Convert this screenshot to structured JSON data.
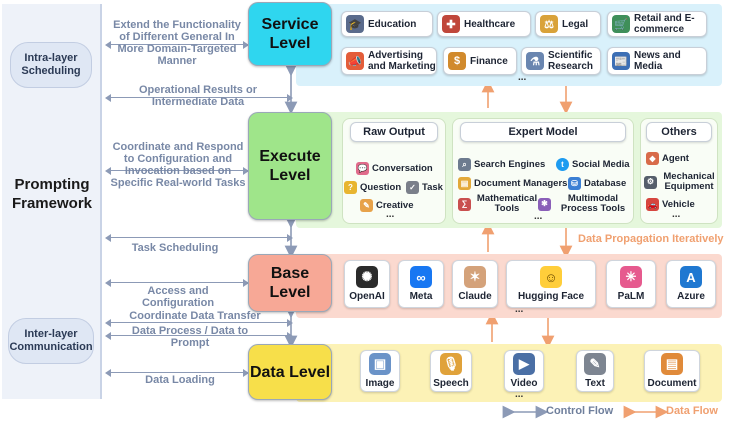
{
  "framework": {
    "title": "Prompting Framework",
    "intra_layer": "Intra-layer Scheduling",
    "inter_layer": "Inter-layer Communication"
  },
  "arrows": {
    "service_extend": "Extend the Functionality of Different General In More Domain-Targeted Manner",
    "operational_results": "Operational Results or Intermediate Data",
    "coordinate": "Coordinate and Respond to Configuration and Invocation based on Specific Real-world Tasks",
    "task_scheduling": "Task Scheduling",
    "access_config": "Access and Configuration",
    "coord_transfer": "Coordinate Data Transfer",
    "data_process": "Data Process / Data to Prompt",
    "data_loading": "Data Loading"
  },
  "levels": {
    "service": "Service Level",
    "execute": "Execute Level",
    "base": "Base Level",
    "data": "Data Level"
  },
  "service_items": [
    {
      "label": "Education",
      "icon": "education-icon",
      "color": "#5a6b8c",
      "glyph": "🎓"
    },
    {
      "label": "Healthcare",
      "icon": "healthcare-icon",
      "color": "#c0473b",
      "glyph": "✚"
    },
    {
      "label": "Legal",
      "icon": "legal-icon",
      "color": "#d9a23a",
      "glyph": "⚖"
    },
    {
      "label": "Retail and E-commerce",
      "icon": "retail-icon",
      "color": "#3f8f5a",
      "glyph": "🛒"
    },
    {
      "label": "Advertising and Marketing",
      "icon": "advertising-icon",
      "color": "#e35d3a",
      "glyph": "📣"
    },
    {
      "label": "Finance",
      "icon": "finance-icon",
      "color": "#d18a2c",
      "glyph": "$"
    },
    {
      "label": "Scientific Research",
      "icon": "research-icon",
      "color": "#6a86b0",
      "glyph": "⚗"
    },
    {
      "label": "News and Media",
      "icon": "news-icon",
      "color": "#3d6fb5",
      "glyph": "📰"
    }
  ],
  "execute": {
    "raw_output": {
      "title": "Raw Output",
      "items": [
        {
          "label": "Conversation",
          "icon": "conversation-icon",
          "color": "#e06b8b",
          "glyph": "💬"
        },
        {
          "label": "Question",
          "icon": "question-icon",
          "color": "#e8b530",
          "glyph": "?"
        },
        {
          "label": "Task",
          "icon": "task-icon",
          "color": "#7a7f8a",
          "glyph": "✓"
        },
        {
          "label": "Creative",
          "icon": "creative-icon",
          "color": "#e7a24a",
          "glyph": "✎"
        }
      ]
    },
    "expert_model": {
      "title": "Expert Model",
      "items": [
        {
          "label": "Search Engines",
          "icon": "search-engine-icon",
          "color": "#6d7b8f",
          "glyph": "⌕"
        },
        {
          "label": "Social Media",
          "icon": "social-media-icon",
          "color": "#1d9bf0",
          "glyph": "t"
        },
        {
          "label": "Document Managers",
          "icon": "document-manager-icon",
          "color": "#e3a93a",
          "glyph": "▤"
        },
        {
          "label": "Database",
          "icon": "database-icon",
          "color": "#3b7fd4",
          "glyph": "⛁"
        },
        {
          "label": "Mathematical Tools",
          "icon": "math-tools-icon",
          "color": "#c94f4f",
          "glyph": "∑"
        },
        {
          "label": "Multimodal Process Tools",
          "icon": "multimodal-icon",
          "color": "#8a5fb8",
          "glyph": "✱"
        }
      ]
    },
    "others": {
      "title": "Others",
      "items": [
        {
          "label": "Agent",
          "icon": "agent-icon",
          "color": "#d86b4a",
          "glyph": "◆"
        },
        {
          "label": "Mechanical Equipment",
          "icon": "mechanical-icon",
          "color": "#555e6b",
          "glyph": "⚙"
        },
        {
          "label": "Vehicle",
          "icon": "vehicle-icon",
          "color": "#d6463f",
          "glyph": "🚗"
        }
      ]
    },
    "ellipsis": "..."
  },
  "base_items": [
    {
      "label": "OpenAI",
      "icon": "openai-icon",
      "color": "#2b2b2b",
      "glyph": "✺"
    },
    {
      "label": "Meta",
      "icon": "meta-icon",
      "color": "#1877f2",
      "glyph": "∞"
    },
    {
      "label": "Claude",
      "icon": "claude-icon",
      "color": "#d4a27a",
      "glyph": "✶"
    },
    {
      "label": "Hugging Face",
      "icon": "hugging-face-icon",
      "color": "#ffce3a",
      "glyph": "☺"
    },
    {
      "label": "PaLM",
      "icon": "palm-icon",
      "color": "#e65a8e",
      "glyph": "✳"
    },
    {
      "label": "Azure",
      "icon": "azure-icon",
      "color": "#1f78d1",
      "glyph": "A"
    }
  ],
  "data_items": [
    {
      "label": "Image",
      "icon": "image-icon",
      "color": "#6a93c8",
      "glyph": "▣"
    },
    {
      "label": "Speech",
      "icon": "speech-icon",
      "color": "#e0a23a",
      "glyph": "🎙"
    },
    {
      "label": "Video",
      "icon": "video-icon",
      "color": "#4a6fa5",
      "glyph": "▶"
    },
    {
      "label": "Text",
      "icon": "text-icon",
      "color": "#7d8591",
      "glyph": "✎"
    },
    {
      "label": "Document",
      "icon": "document-icon",
      "color": "#e08a3a",
      "glyph": "▤"
    }
  ],
  "data_propagation": "Data Propagation Iteratively",
  "legend": {
    "control_flow": "Control Flow",
    "data_flow": "Data Flow"
  },
  "colors": {
    "service_band": "#d9f1fb",
    "service_box": "#2fd6ef",
    "execute_band": "#e5f7dc",
    "execute_box": "#9fe58a",
    "base_band": "#fbd9cf",
    "base_box": "#f7a896",
    "data_band": "#fcf2b6",
    "data_box": "#f7df4a",
    "control": "#8c9ab6",
    "data_flow": "#f0a070"
  }
}
